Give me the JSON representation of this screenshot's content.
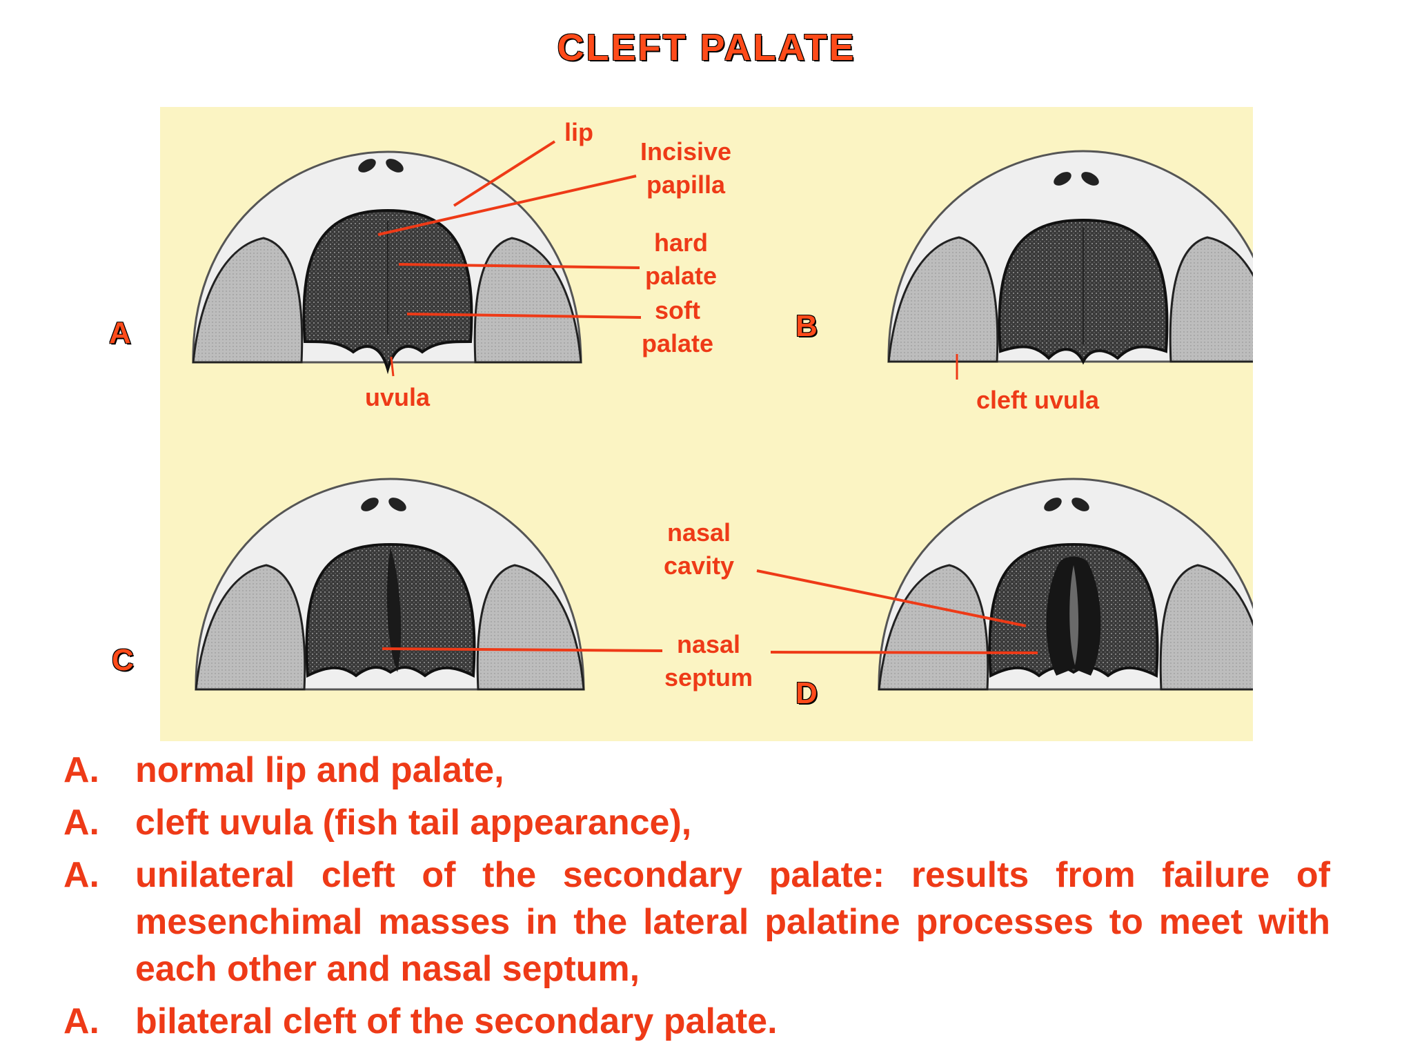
{
  "title": "CLEFT  PALATE",
  "figure": {
    "panel_letters": [
      "A",
      "B",
      "C",
      "D"
    ],
    "labels": {
      "lip": "lip",
      "incisive_papilla": [
        "Incisive",
        "papilla"
      ],
      "hard_palate": [
        "hard",
        "palate"
      ],
      "soft_palate": [
        "soft",
        "palate"
      ],
      "uvula": "uvula",
      "cleft_uvula": "cleft uvula",
      "nasal_cavity": [
        "nasal",
        "cavity"
      ],
      "nasal_septum": [
        "nasal",
        "septum"
      ]
    },
    "colors": {
      "background": "#fbf4c3",
      "label": "#ee3a17",
      "face": "#ececec",
      "cheek": "#b8b8b8",
      "palate": "#3c3c3c"
    }
  },
  "captions": [
    {
      "marker": "A.",
      "text": "normal lip and palate,"
    },
    {
      "marker": "A.",
      "text": "cleft uvula (fish tail appearance),"
    },
    {
      "marker": "A.",
      "text": "unilateral cleft of the secondary palate: results from failure of mesenchimal masses in the lateral palatine processes to meet with each other and nasal septum,"
    },
    {
      "marker": "A.",
      "text": "bilateral cleft of the secondary palate."
    }
  ]
}
